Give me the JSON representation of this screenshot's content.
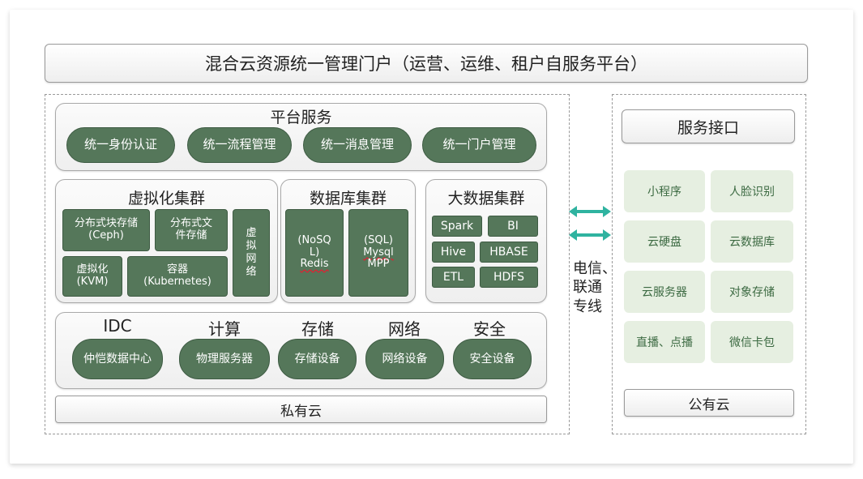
{
  "portal": {
    "title": "混合云资源统一管理门户（运营、运维、租户自服务平台）"
  },
  "platform": {
    "title": "平台服务",
    "items": [
      "统一身份认证",
      "统一流程管理",
      "统一消息管理",
      "统一门户管理"
    ]
  },
  "virtualization": {
    "title": "虚拟化集群",
    "block_storage": [
      "分布式块存储",
      "(Ceph)"
    ],
    "file_storage": [
      "分布式文",
      "件存储"
    ],
    "vnet": [
      "虚",
      "拟",
      "网",
      "络"
    ],
    "kvm": [
      "虚拟化",
      "(KVM)"
    ],
    "k8s": [
      "容器",
      "(Kubernetes)"
    ]
  },
  "database": {
    "title": "数据库集群",
    "nosql": [
      "(NoSQ",
      "L)",
      "Redis"
    ],
    "sql": [
      "(SQL)",
      "Mysql",
      "MPP"
    ]
  },
  "bigdata": {
    "title": "大数据集群",
    "items": [
      "Spark",
      "BI",
      "Hive",
      "HBASE",
      "ETL",
      "HDFS"
    ]
  },
  "infra": {
    "labels": [
      "IDC",
      "计算",
      "存储",
      "网络",
      "安全"
    ],
    "items": [
      "仲恺数据中心",
      "物理服务器",
      "存储设备",
      "网络设备",
      "安全设备"
    ]
  },
  "private_cloud": {
    "label": "私有云"
  },
  "link": {
    "lines": [
      "电信、",
      "联通",
      "专线"
    ]
  },
  "public": {
    "api_title": "服务接口",
    "items": [
      "小程序",
      "人脸识别",
      "云硬盘",
      "云数据库",
      "云服务器",
      "对象存储",
      "直播、点播",
      "微信卡包"
    ],
    "label": "公有云"
  },
  "colors": {
    "dark_green": "#55775a",
    "light_green": "#e6efe1",
    "teal_arrow": "#2fb3a0"
  }
}
